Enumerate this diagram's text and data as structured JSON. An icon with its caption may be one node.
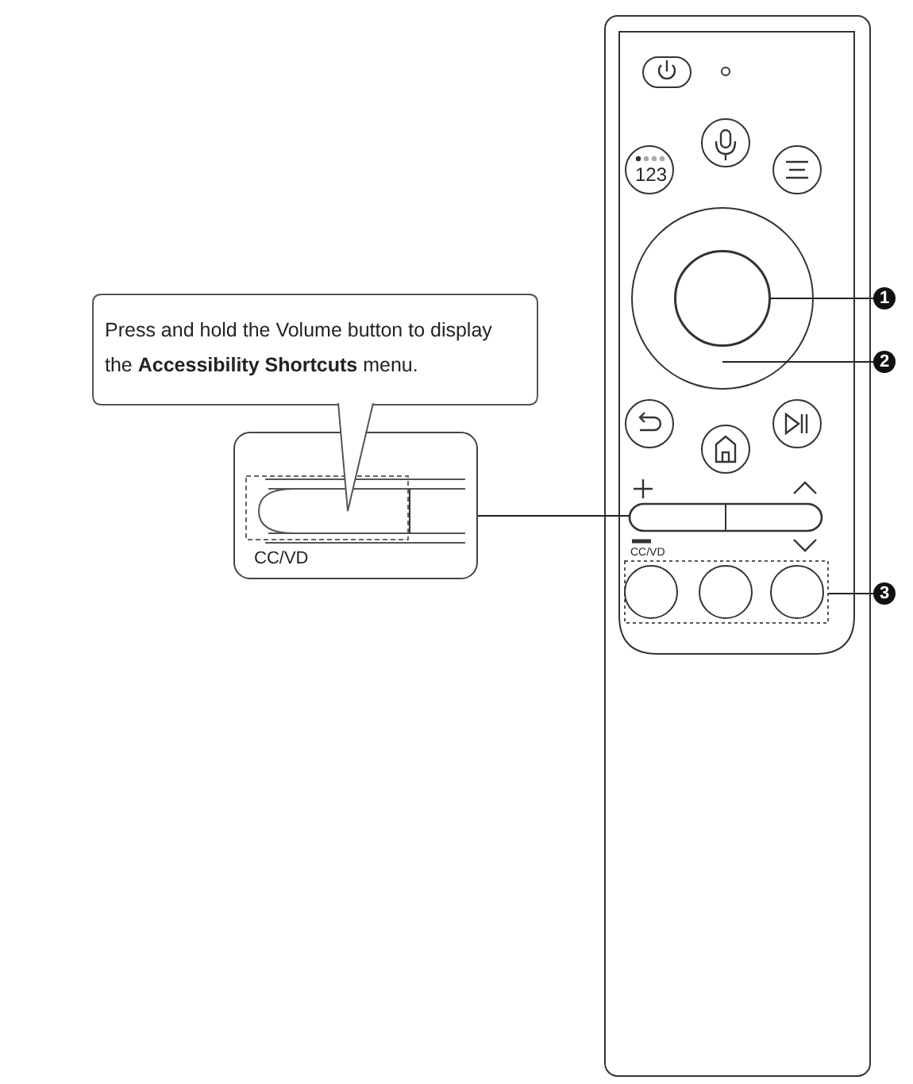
{
  "diagram": {
    "nodes": [
      {
        "text": [
          "Press and hold the Volume button to display the **Accessibility Shortcuts** menu."
        ]
      },
      {
        "text": [],
        "shape": "box"
      },
      {
        "text": [],
        "shape": "circle",
        "in": 3
      },
      {
        "text": [],
        "shape": "circle"
      },
      {
        "text": [],
        "shape": "bar"
      },
      {
        "text": [],
        "shape": "box"
      },
      {
        "text": [
          "1"
        ]
      },
      {
        "text": [
          "2"
        ]
      },
      {
        "text": [
          "3"
        ]
      }
    ],
    "edges": [
      {
        "from": 4,
        "to": 1,
        "arrow": "none"
      },
      {
        "from": 6,
        "to": 2,
        "arrow": "none"
      },
      {
        "from": 7,
        "to": 3,
        "arrow": "none"
      },
      {
        "from": 8,
        "to": 5,
        "arrow": "none"
      }
    ],
    "labels": [
      "CC/VD",
      "123",
      "CC/VD"
    ]
  }
}
